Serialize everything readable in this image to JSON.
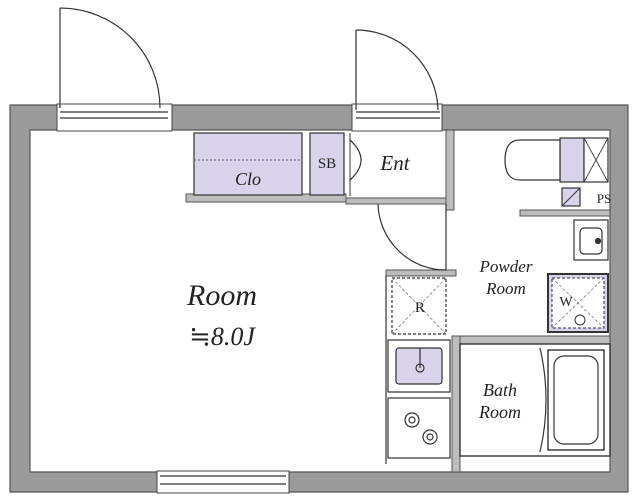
{
  "rooms": {
    "main": {
      "label": "Room",
      "area": "≒8.0J"
    },
    "closet": {
      "label": "Clo"
    },
    "shoe_box": {
      "label": "SB"
    },
    "entrance": {
      "label": "Ent"
    },
    "powder_line1": "Powder",
    "powder_line2": "Room",
    "bath_line1": "Bath",
    "bath_line2": "Room",
    "refrigerator": {
      "label": "R"
    },
    "washer": {
      "label": "W"
    },
    "pipe_space": {
      "label": "PS"
    }
  },
  "colors": {
    "wall": "#9a9a9a",
    "wall_stroke": "#555555",
    "storage_fill": "#d9d3ec",
    "line": "#333333"
  }
}
